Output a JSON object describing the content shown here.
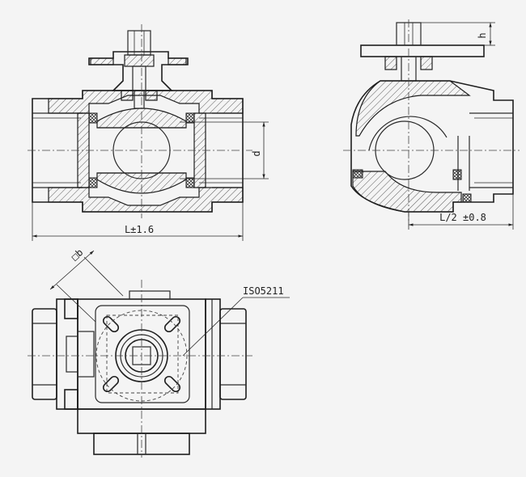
{
  "labels": {
    "length": "L±1.6",
    "diameter": "d",
    "half_length": "L/2 ±0.8",
    "stem_height": "h",
    "square": "□b",
    "flange_standard": "ISO5211"
  },
  "colors": {
    "background": "#f4f4f4",
    "line": "#1e1e1e"
  }
}
